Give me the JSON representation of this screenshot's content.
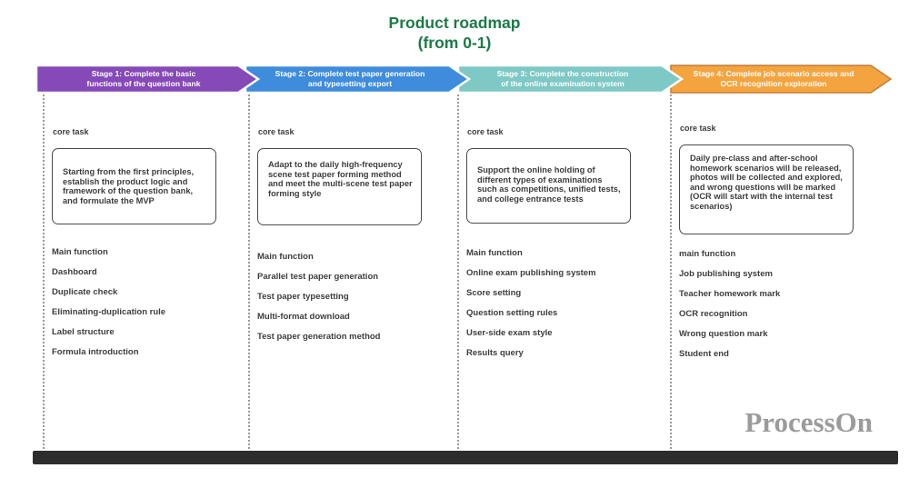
{
  "title": {
    "line1": "Product roadmap",
    "line2": "(from 0-1)"
  },
  "colors": {
    "title": "#1c7a47",
    "body_text": "#3d3d3d",
    "bottom_bar": "#2d2d2d",
    "watermark": "#9b9b9b"
  },
  "watermark": "ProcessOn",
  "stages": [
    {
      "banner_line1": "Stage 1: Complete the basic",
      "banner_line2": "functions of the question bank",
      "color": "#8549b8",
      "outline": "#ffffff",
      "core_task_label": "core task",
      "core_task_text": "Starting from the first principles, establish the product logic and framework of the question bank, and formulate the MVP",
      "items": [
        "Main function",
        "Dashboard",
        "Duplicate check",
        "Eliminating-duplication rule",
        "Label structure",
        "Formula introduction"
      ]
    },
    {
      "banner_line1": "Stage 2: Complete test paper generation",
      "banner_line2": "and typesetting export",
      "color": "#3e8cdb",
      "outline": "#ffffff",
      "core_task_label": "core task",
      "core_task_text": "Adapt to the daily high-frequency scene test paper forming method and meet the multi-scene test paper forming style",
      "items": [
        "Main function",
        "Parallel test paper generation",
        "Test paper typesetting",
        "Multi-format download",
        "Test paper generation method"
      ]
    },
    {
      "banner_line1": "Stage 3: Complete the construction",
      "banner_line2": "of the online examination system",
      "color": "#7ec9c5",
      "outline": "#ffffff",
      "core_task_label": "core task",
      "core_task_text": "Support the online holding of different types of examinations such as competitions, unified tests, and college entrance tests",
      "items": [
        "Main function",
        "Online exam publishing system",
        "Score setting",
        "Question setting rules",
        "User-side exam style",
        "Results query"
      ]
    },
    {
      "banner_line1": "Stage 4: Complete job scenario access and",
      "banner_line2": "OCR recognition exploration",
      "color": "#f4a43f",
      "outline": "#c17d3a",
      "core_task_label": "core task",
      "core_task_text": "Daily pre-class and after-school homework scenarios will be released, photos will be collected and explored, and wrong questions will be marked (OCR will start with the internal test scenarios)",
      "items": [
        "main function",
        "Job publishing system",
        "Teacher homework mark",
        "OCR recognition",
        "Wrong question mark",
        "Student end"
      ]
    }
  ]
}
